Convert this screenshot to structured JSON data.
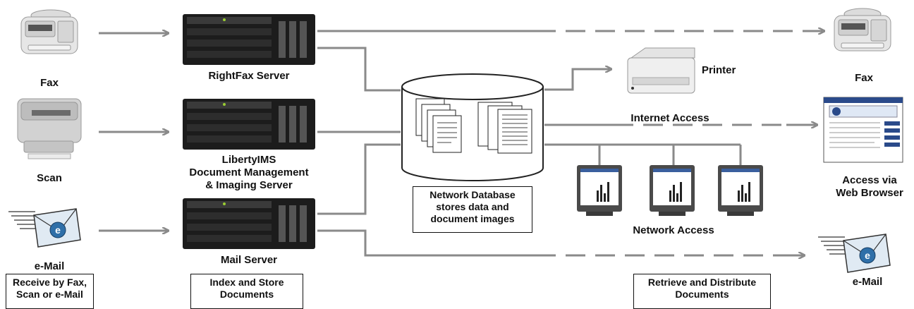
{
  "inputs": {
    "fax": "Fax",
    "scan": "Scan",
    "email": "e-Mail"
  },
  "servers": {
    "rightfax": "RightFax Server",
    "libertyims_line1": "LibertyIMS",
    "libertyims_line2": "Document Management",
    "libertyims_line3": "& Imaging Server",
    "mail": "Mail Server"
  },
  "database": {
    "line1": "Network Database",
    "line2": "stores data and",
    "line3": "document images"
  },
  "outputs": {
    "printer": "Printer",
    "fax": "Fax",
    "internet_access": "Internet Access",
    "web_line1": "Access via",
    "web_line2": "Web Browser",
    "network_access": "Network Access",
    "email": "e-Mail"
  },
  "steps": {
    "receive_line1": "Receive by Fax,",
    "receive_line2": "Scan or e-Mail",
    "index_line1": "Index and Store",
    "index_line2": "Documents",
    "retrieve_line1": "Retrieve and Distribute",
    "retrieve_line2": "Documents"
  },
  "colors": {
    "connector": "#8a8a8a",
    "server_body": "#1c1c1c",
    "label_text": "#111111"
  }
}
